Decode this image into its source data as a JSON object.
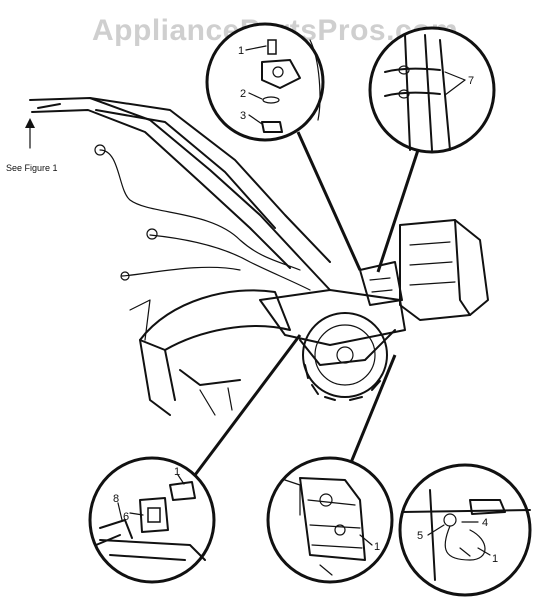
{
  "watermark": "AppliancePartsPros.com",
  "see_figure": "See Figure 1",
  "callouts": {
    "top_left": {
      "parts": [
        "1",
        "2",
        "3"
      ]
    },
    "top_right": {
      "parts": [
        "7"
      ]
    },
    "bottom_left": {
      "parts": [
        "1",
        "8",
        "6"
      ]
    },
    "bottom_middle": {
      "parts": [
        "1"
      ]
    },
    "bottom_right": {
      "parts": [
        "5",
        "4",
        "1"
      ]
    }
  },
  "colors": {
    "ink": "#111111",
    "watermark": "#cfcfcf",
    "background": "#ffffff"
  }
}
